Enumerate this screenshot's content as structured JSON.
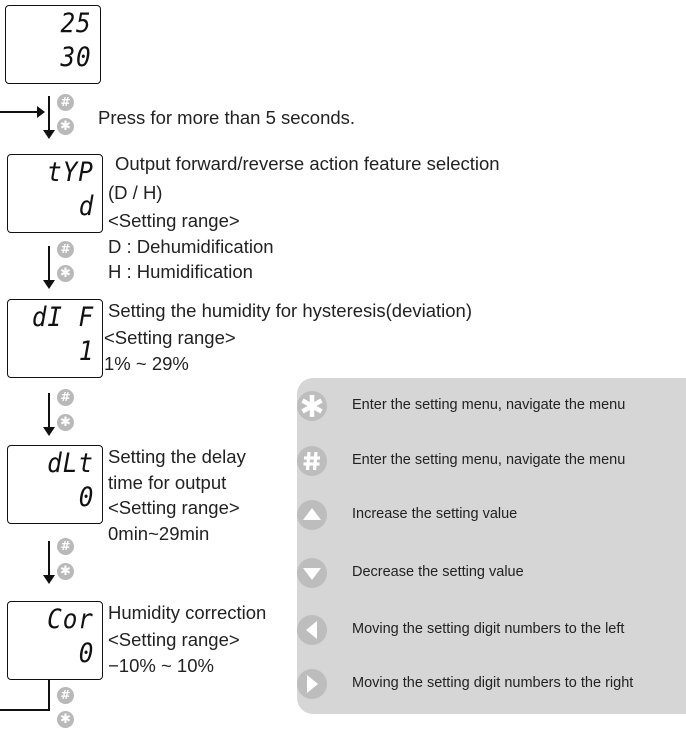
{
  "displays": {
    "initial": {
      "top": "25",
      "bottom": "30"
    },
    "typ": {
      "top": "tYP",
      "bottom": "d"
    },
    "dif": {
      "top": "dI F",
      "bottom": "1"
    },
    "dlt": {
      "top": "dLt",
      "bottom": "0"
    },
    "cor": {
      "top": "Cor",
      "bottom": "0"
    }
  },
  "instructions": {
    "press": "Press for more than 5 seconds.",
    "typ": {
      "line1": "Output forward/reverse action feature selection",
      "line2": "(D / H)",
      "line3": "<Setting range>",
      "line4": "D : Dehumidification",
      "line5": "H : Humidification"
    },
    "dif": {
      "line1": "Setting the humidity for hysteresis(deviation)",
      "line2": "<Setting range>",
      "line3": "1% ~ 29%"
    },
    "dlt": {
      "line1": "Setting the delay",
      "line2": "time for output",
      "line3": "<Setting range>",
      "line4": "0min~29min"
    },
    "cor": {
      "line1": "Humidity correction",
      "line2": "<Setting range>",
      "line3": "−10% ~ 10%"
    }
  },
  "buttons": {
    "hash": "#",
    "star": "✱"
  },
  "legend": [
    {
      "icon": "asterisk-icon",
      "text": "Enter the setting menu, navigate the menu"
    },
    {
      "icon": "hash-icon",
      "text": "Enter the setting menu, navigate the menu"
    },
    {
      "icon": "up-arrow-icon",
      "text": "Increase the setting value"
    },
    {
      "icon": "down-arrow-icon",
      "text": "Decrease the setting value"
    },
    {
      "icon": "left-arrow-icon",
      "text": "Moving the setting digit numbers to the left"
    },
    {
      "icon": "right-arrow-icon",
      "text": "Moving the setting digit numbers to the right"
    }
  ],
  "colors": {
    "panel": "#d6d6d6",
    "icon": "#ffffff",
    "icon_bg": "#bdbdbd",
    "button": "#b9b9b9"
  }
}
